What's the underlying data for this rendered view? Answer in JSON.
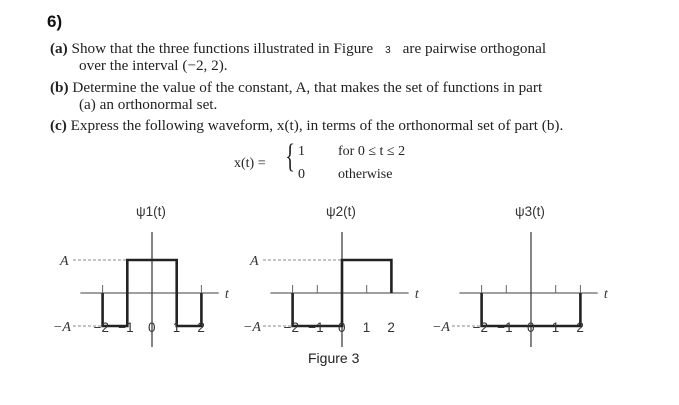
{
  "question_number": "6)",
  "parts": {
    "a": {
      "label": "(a)",
      "text1": "Show that the three functions illustrated in Figure",
      "figure_ref": "3",
      "text2": "are pairwise orthogonal",
      "text3": "over the interval (−2, 2)."
    },
    "b": {
      "label": "(b)",
      "text1": "Determine the value of the constant, A, that makes the set of functions in part",
      "text2": "(a) an orthonormal set."
    },
    "c": {
      "label": "(c)",
      "text1": "Express the following waveform, x(t), in terms of the orthonormal set of part (b)."
    }
  },
  "equation": {
    "lhs": "x(t) =",
    "case1_value": "1",
    "case1_cond": "for 0 ≤ t ≤ 2",
    "case2_value": "0",
    "case2_cond": "otherwise"
  },
  "figure_caption": "Figure 3",
  "chart_data": {
    "type": "line",
    "x_ticks": [
      "-2",
      "-1",
      "0",
      "1",
      "2"
    ],
    "xlabel": "t",
    "level_labels": {
      "pos": "A",
      "neg": "−A"
    },
    "series": [
      {
        "name": "ψ1(t)",
        "intervals": [
          [
            -2,
            -1
          ],
          [
            -1,
            0
          ],
          [
            0,
            1
          ],
          [
            1,
            2
          ]
        ],
        "values_in_A": [
          -1,
          1,
          1,
          -1
        ]
      },
      {
        "name": "ψ2(t)",
        "intervals": [
          [
            -2,
            -1
          ],
          [
            -1,
            0
          ],
          [
            0,
            1
          ],
          [
            1,
            2
          ]
        ],
        "values_in_A": [
          -1,
          -1,
          1,
          1
        ]
      },
      {
        "name": "ψ3(t)",
        "intervals": [
          [
            -2,
            -1
          ],
          [
            -1,
            0
          ],
          [
            0,
            1
          ],
          [
            1,
            2
          ]
        ],
        "values_in_A": [
          -1,
          -1,
          -1,
          -1
        ]
      }
    ]
  }
}
